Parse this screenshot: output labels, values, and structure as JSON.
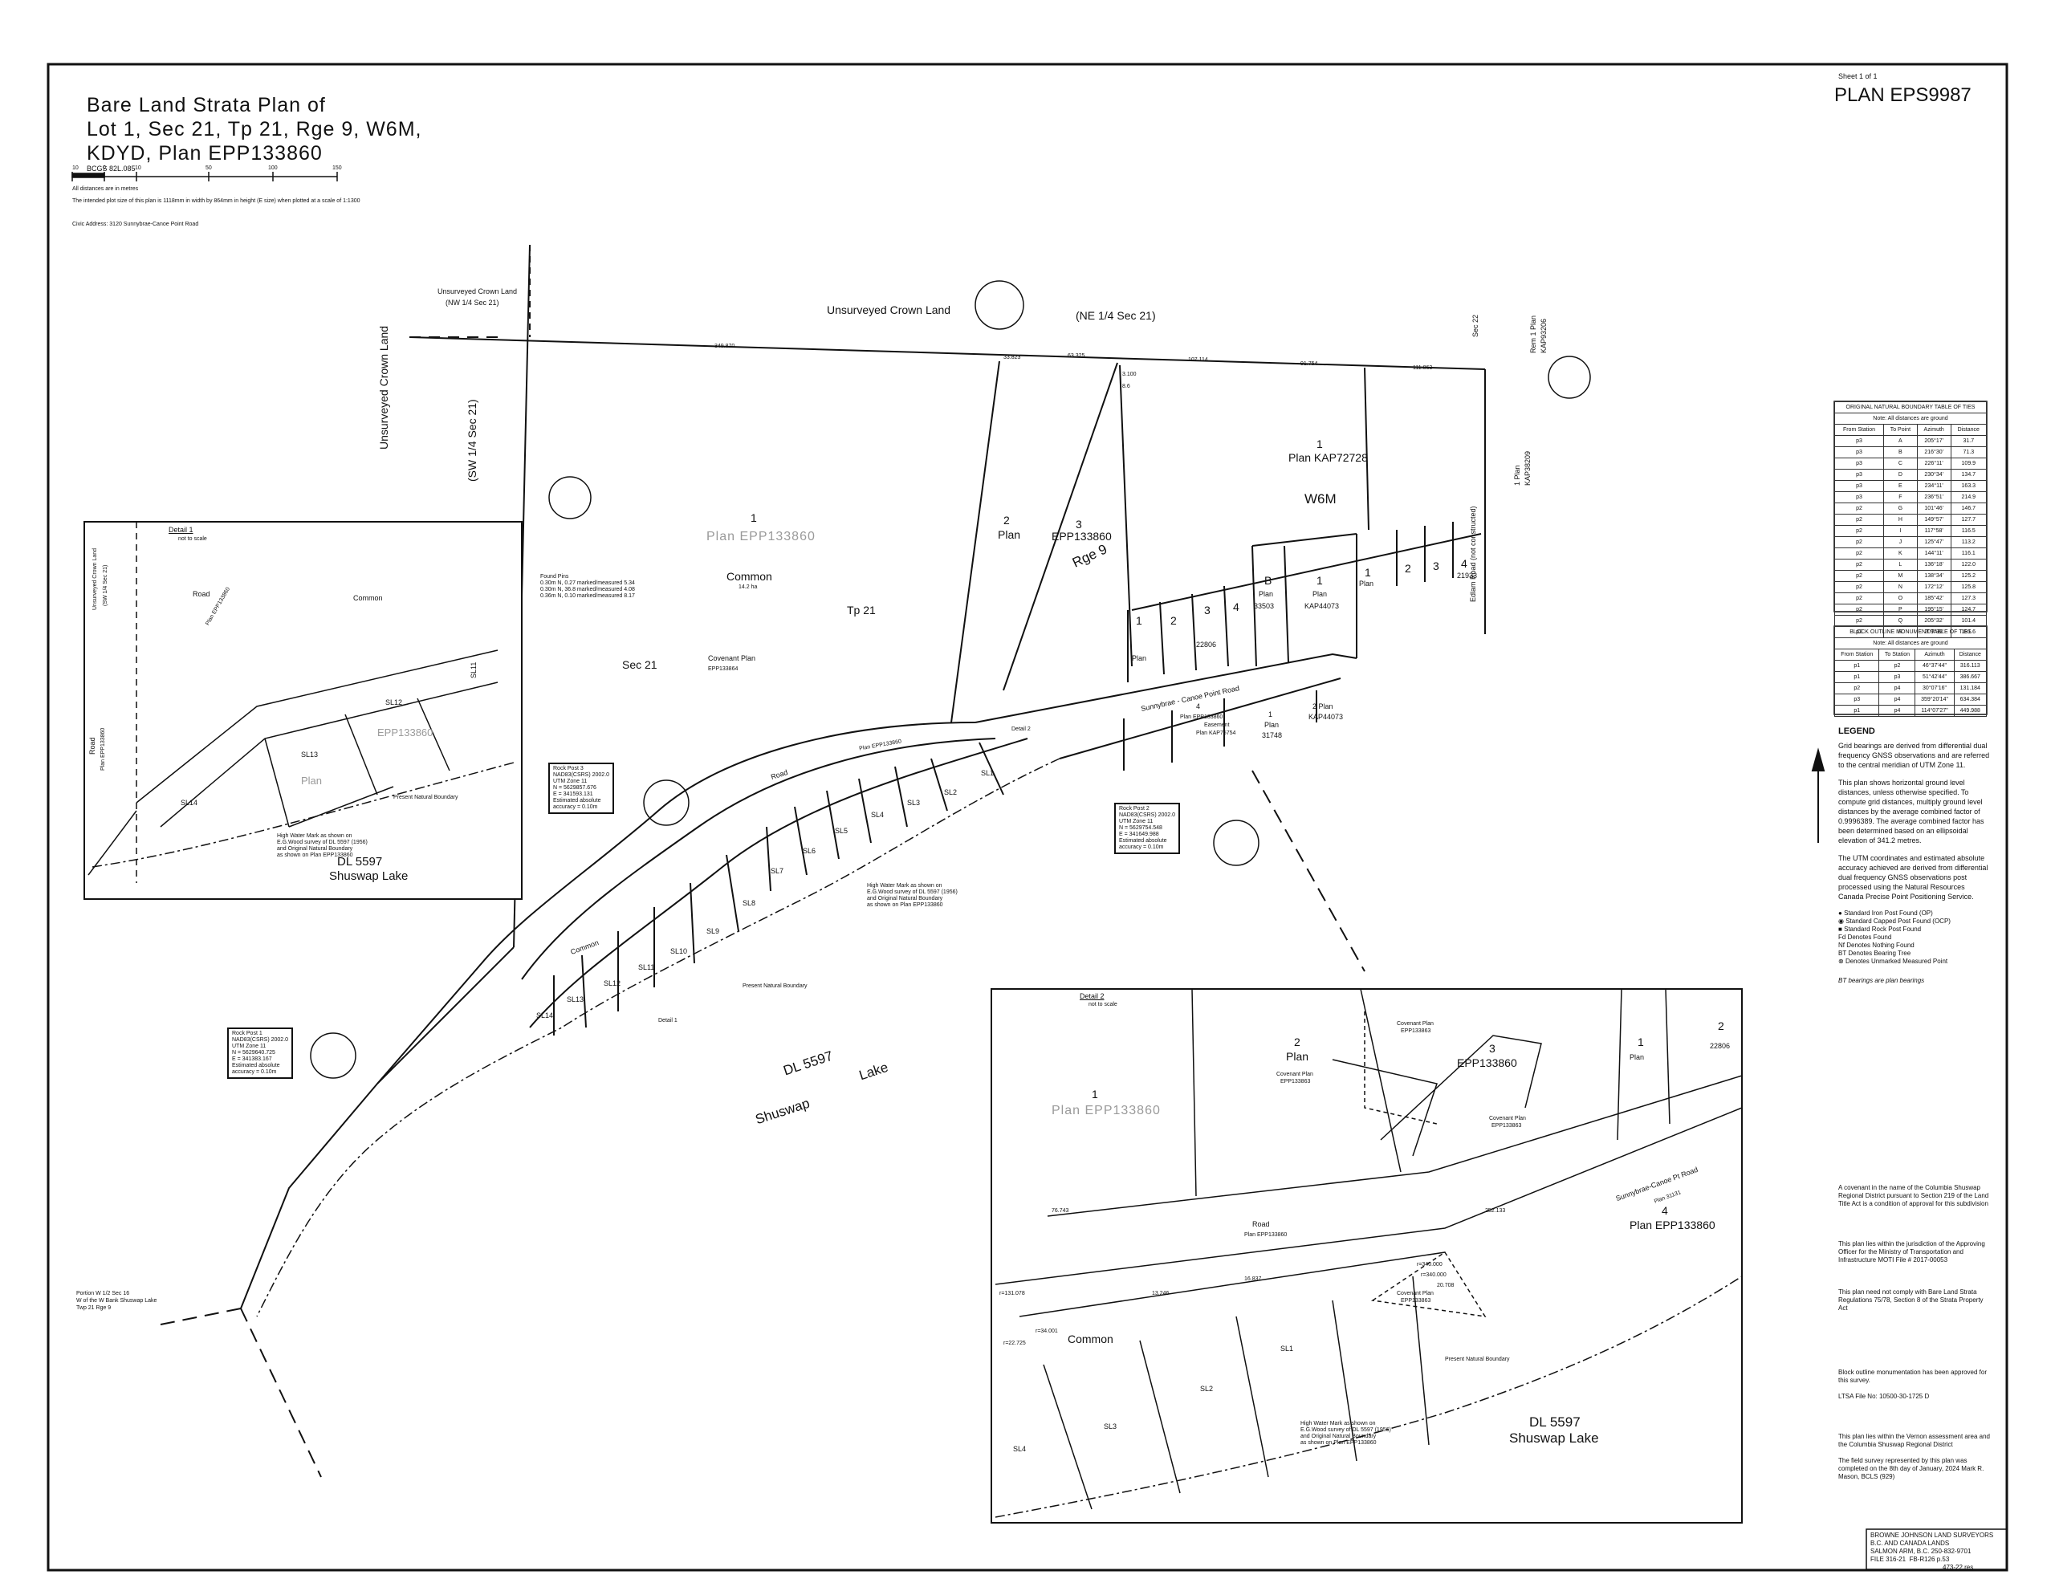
{
  "sheet_no": "Sheet 1 of 1",
  "plan_no": "PLAN EPS9987",
  "title": [
    "Bare Land Strata Plan of",
    "Lot 1, Sec 21, Tp 21, Rge 9, W6M,",
    "KDYD, Plan EPP133860"
  ],
  "bcgs": "BCGS 82L.085",
  "scale_ticks": [
    "10",
    "0",
    "10",
    "50",
    "100",
    "150"
  ],
  "units_note": "All distances are in metres",
  "plot_note": "The intended plot size of this plan is 1118mm in width by 864mm in height (E size) when plotted at a scale of 1:1300",
  "civic": "Civic Address: 3120 Sunnybrae-Canoe Point Road",
  "main": {
    "unsurveyed_nw": [
      "Unsurveyed Crown Land",
      "(NW 1/4 Sec 21)"
    ],
    "unsurveyed_n": "Unsurveyed Crown Land",
    "ne_quarter": "(NE 1/4 Sec 21)",
    "unsurveyed_w": "Unsurveyed Crown Land",
    "sw_quarter": "(SW 1/4 Sec 21)",
    "sec21": "Sec 21",
    "tp21": "Tp 21",
    "rge9": "Rge 9",
    "w6m": "W6M",
    "lot1_plan": "Plan EPP133860",
    "lot1_no": "1",
    "common": "Common",
    "common_area": "14.2 ha",
    "covenant": "Covenant Plan",
    "covenant_no": "EPP133864",
    "plan2": [
      "2",
      "Plan"
    ],
    "plan3": [
      "3",
      "EPP133860"
    ],
    "kap72728": [
      "1",
      "Plan KAP72728"
    ],
    "plan22806": "22806",
    "plan33503": [
      "B",
      "Plan",
      "33503"
    ],
    "kap44073": [
      "1",
      "Plan",
      "KAP44073"
    ],
    "lot_nums": [
      "1",
      "2",
      "3",
      "4",
      "1",
      "2",
      "3",
      "4"
    ],
    "plan_word": "Plan",
    "plan21933": "21933",
    "sunnybrae": "Sunnybrae - Canoe Point Road",
    "road": "Road",
    "road_plan": "Plan EPP133860",
    "plan4": [
      "4",
      "Plan EPP133860"
    ],
    "kap75754": [
      "Easement",
      "Plan KAP75754"
    ],
    "plan31748": [
      "1",
      "Plan",
      "31748"
    ],
    "kap44073b": [
      "2 Plan",
      "KAP44073"
    ],
    "edlam": "Edlam Road (not constructed)",
    "sec22": "Sec 22",
    "kap93206": [
      "Rem 1 Plan",
      "KAP93206"
    ],
    "kap38209": [
      "1 Plan",
      "KAP38209"
    ],
    "dl5597": "DL 5597",
    "shuswap": "Shuswap",
    "lake": "Lake",
    "present_boundary": "Present Natural Boundary",
    "portion": [
      "Portion W 1/2 Sec 16",
      "W of the W Bank Shuswap Lake",
      "Twp 21 Rge 9"
    ],
    "sls": [
      "SL1",
      "SL2",
      "SL3",
      "SL4",
      "SL5",
      "SL6",
      "SL7",
      "SL8",
      "SL9",
      "SL10",
      "SL11",
      "SL12",
      "SL13",
      "SL14"
    ],
    "hwm": [
      "High Water Mark as shown on",
      "E.G.Wood survey of DL 5597 (1956)",
      "and Original Natural Boundary",
      "as shown on Plan EPP133860"
    ],
    "rock1": [
      "Rock Post 1",
      "NAD83(CSRS) 2002.0",
      "UTM Zone 11",
      "N = 5629640.725",
      "E = 341383.167",
      "Estimated absolute",
      "accuracy = 0.10m"
    ],
    "rock3": [
      "Rock Post 3",
      "NAD83(CSRS) 2002.0",
      "UTM Zone 11",
      "N = 5629857.676",
      "E = 341593.131",
      "Estimated absolute",
      "accuracy = 0.10m"
    ],
    "rock2": [
      "Rock Post 2",
      "NAD83(CSRS) 2002.0",
      "UTM Zone 11",
      "N = 5629754.548",
      "E = 341649.988",
      "Estimated absolute",
      "accuracy = 0.10m"
    ],
    "found_pins": [
      "Found Pins",
      "0.30m N, 0.27 marked/measured 5.34",
      "0.30m N, 36.8 marked/measured 4.08",
      "0.36m N, 0.10 marked/measured 8.17"
    ],
    "detail1_ref": "Detail 1",
    "detail2_ref": "Detail 2",
    "bearings": [
      "349.870",
      "63.325",
      "107.114",
      "91.754",
      "111.863",
      "33.823",
      "3.100",
      "8.6"
    ]
  },
  "detail1": {
    "title": "Detail 1",
    "scale": "not to scale",
    "crown": [
      "Unsurveyed Crown Land",
      "(SW 1/4 Sec 21)"
    ],
    "road_main": "Road",
    "road_main_plan": "Plan EPP133860",
    "road_left": "Road",
    "road_left_plan": "Plan EPP133860",
    "common": "Common",
    "sls": [
      "SL11",
      "SL12",
      "SL13",
      "SL14"
    ],
    "plan_faint": "EPP133860",
    "plan_word": "Plan",
    "dl": "DL 5597",
    "lake": "Shuswap Lake",
    "present": "Present Natural Boundary",
    "hwm": [
      "High Water Mark as shown on",
      "E.G.Wood survey of DL 5597 (1956)",
      "and Original Natural Boundary",
      "as shown on Plan EPP133860"
    ]
  },
  "detail2": {
    "title": "Detail 2",
    "scale": "not to scale",
    "plan2": [
      "2",
      "Plan"
    ],
    "plan3": [
      "3",
      "EPP133860"
    ],
    "covenant1": [
      "Covenant Plan",
      "EPP133863"
    ],
    "covenant2": [
      "Covenant Plan",
      "EPP133863"
    ],
    "covenant3": [
      "Covenant Plan",
      "EPP133863"
    ],
    "covenant4": [
      "Covenant Plan",
      "EPP133863"
    ],
    "lot1": "1",
    "plan_faint": "Plan EPP133860",
    "road": "Road",
    "road_plan": "Plan EPP133860",
    "sunnybrae": "Sunnybrae-Canoe Pt Road",
    "plan31131": "Plan 31131",
    "plan4": [
      "4",
      "Plan EPP133860"
    ],
    "topright": [
      "1",
      "Plan",
      "2",
      "22806"
    ],
    "common": "Common",
    "sls": [
      "SL1",
      "SL2",
      "SL3",
      "SL4"
    ],
    "dl": "DL 5597",
    "lake": "Shuswap   Lake",
    "present": "Present Natural Boundary",
    "hwm": [
      "High Water Mark as shown on",
      "E.G.Wood survey of DL 5597 (1956)",
      "and Original Natural Boundary",
      "as shown on Plan EPP133860"
    ],
    "bearings": [
      "76.743",
      "r=340.000",
      "r=131.078",
      "13.246",
      "16.837",
      "r=340.000",
      "20.708",
      "r=34.001",
      "r=22.725",
      "252.133"
    ]
  },
  "ties_table": {
    "title": "ORIGINAL NATURAL BOUNDARY TABLE OF TIES",
    "note": "Note: All distances are ground",
    "headers": [
      "From Station",
      "To Point",
      "Azimuth",
      "Distance"
    ],
    "rows": [
      [
        "p3",
        "A",
        "205°17'",
        "31.7"
      ],
      [
        "p3",
        "B",
        "216°30'",
        "71.3"
      ],
      [
        "p3",
        "C",
        "226°11'",
        "109.9"
      ],
      [
        "p3",
        "D",
        "230°34'",
        "134.7"
      ],
      [
        "p3",
        "E",
        "234°11'",
        "163.3"
      ],
      [
        "p3",
        "F",
        "236°51'",
        "214.9"
      ],
      [
        "p2",
        "G",
        "101°46'",
        "146.7"
      ],
      [
        "p2",
        "H",
        "149°57'",
        "127.7"
      ],
      [
        "p2",
        "I",
        "117°58'",
        "116.5"
      ],
      [
        "p2",
        "J",
        "125°47'",
        "113.2"
      ],
      [
        "p2",
        "K",
        "144°11'",
        "116.1"
      ],
      [
        "p2",
        "L",
        "136°18'",
        "122.0"
      ],
      [
        "p2",
        "M",
        "138°34'",
        "125.2"
      ],
      [
        "p2",
        "N",
        "172°12'",
        "125.8"
      ],
      [
        "p2",
        "O",
        "185°42'",
        "127.3"
      ],
      [
        "p2",
        "P",
        "195°15'",
        "124.7"
      ],
      [
        "p2",
        "Q",
        "205°32'",
        "101.4"
      ],
      [
        "p2",
        "R",
        "209°39'",
        "191.6"
      ]
    ]
  },
  "monument_table": {
    "title": "BLOCK OUTLINE MONUMENT TABLE OF TIES",
    "note": "Note: All distances are ground",
    "headers": [
      "From Station",
      "To Station",
      "Azimuth",
      "Distance"
    ],
    "rows": [
      [
        "p1",
        "p2",
        "46°37'44\"",
        "316.113"
      ],
      [
        "p1",
        "p3",
        "51°42'44\"",
        "386.667"
      ],
      [
        "p2",
        "p4",
        "30°07'16\"",
        "131.184"
      ],
      [
        "p3",
        "p4",
        "359°20'14\"",
        "634.384"
      ],
      [
        "p1",
        "p4",
        "114°07'27\"",
        "449.988"
      ]
    ]
  },
  "legend": {
    "title": "LEGEND",
    "paras": [
      "Grid bearings are derived from differential dual frequency GNSS observations and are referred to the central meridian of UTM Zone 11.",
      "This plan shows horizontal ground level distances, unless otherwise specified. To compute grid distances, multiply ground level distances by the average combined factor of 0.9996389. The average combined factor has been determined based on an ellipsoidal elevation of 341.2 metres.",
      "The UTM coordinates and estimated absolute accuracy achieved are derived from differential dual frequency GNSS observations post processed using the Natural Resources Canada Precise Point Positioning Service."
    ],
    "symbols": [
      "Standard Iron Post Found (OP)",
      "Standard Capped Post Found (OCP)",
      "Standard Rock Post Found",
      "Denotes Found",
      "Denotes Nothing Found",
      "Denotes Bearing Tree",
      "Denotes Unmarked Measured Point"
    ],
    "bt_note": "BT bearings are plan bearings"
  },
  "notes": [
    "A covenant in the name of the Columbia Shuswap Regional District pursuant to Section 219 of the Land Title Act is a condition of approval for this subdivision",
    "This plan lies within the jurisdiction of the Approving Officer for the Ministry of Transportation and Infrastructure MOTI File # 2017-00053",
    "This plan need not comply with Bare Land Strata Regulations 75/78, Section 8 of the Strata Property Act",
    "Block outline monumentation has been approved for this survey.",
    "LTSA File No: 10500-30-1725 D",
    "This plan lies within the Vernon assessment area and the Columbia Shuswap Regional District",
    "The field survey represented by this plan was completed on the 8th day of January, 2024 Mark R. Mason, BCLS (929)"
  ],
  "firm": [
    "BROWNE JOHNSON LAND SURVEYORS",
    "B.C. AND CANADA LANDS",
    "SALMON ARM, B.C.  250-832-9701",
    "FILE 316-21",
    "FB-R126 p.53",
    "473-22.res"
  ],
  "colors": {
    "ink": "#111111",
    "faint": "#9a9a9a",
    "paper": "#ffffff"
  }
}
